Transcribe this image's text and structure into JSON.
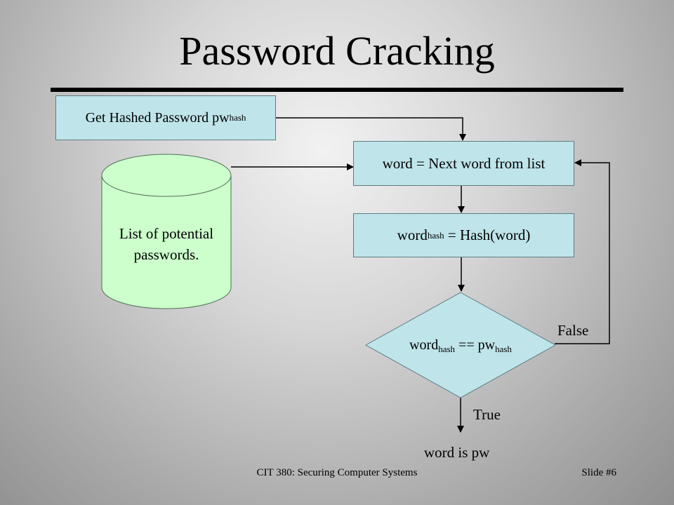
{
  "slide": {
    "title": "Password Cracking",
    "footer_course": "CIT 380: Securing Computer Systems",
    "footer_slide": "Slide #6"
  },
  "diagram": {
    "get_hash": {
      "text": "Get Hashed Password pw",
      "sub": "hash"
    },
    "next_word": {
      "text": "word = Next word from list"
    },
    "hash_word": {
      "pre": "word",
      "pre_sub": "hash",
      "post": " = Hash(word)"
    },
    "compare": {
      "a": "word",
      "a_sub": "hash",
      "op": " == ",
      "b": "pw",
      "b_sub": "hash"
    },
    "database": {
      "line1": "List of potential",
      "line2": "passwords."
    },
    "label_false": "False",
    "label_true": "True",
    "result": "word is pw",
    "colors": {
      "box_fill": "#bfe4ea",
      "cylinder_fill": "#ccffcc",
      "rule": "#000000"
    }
  }
}
